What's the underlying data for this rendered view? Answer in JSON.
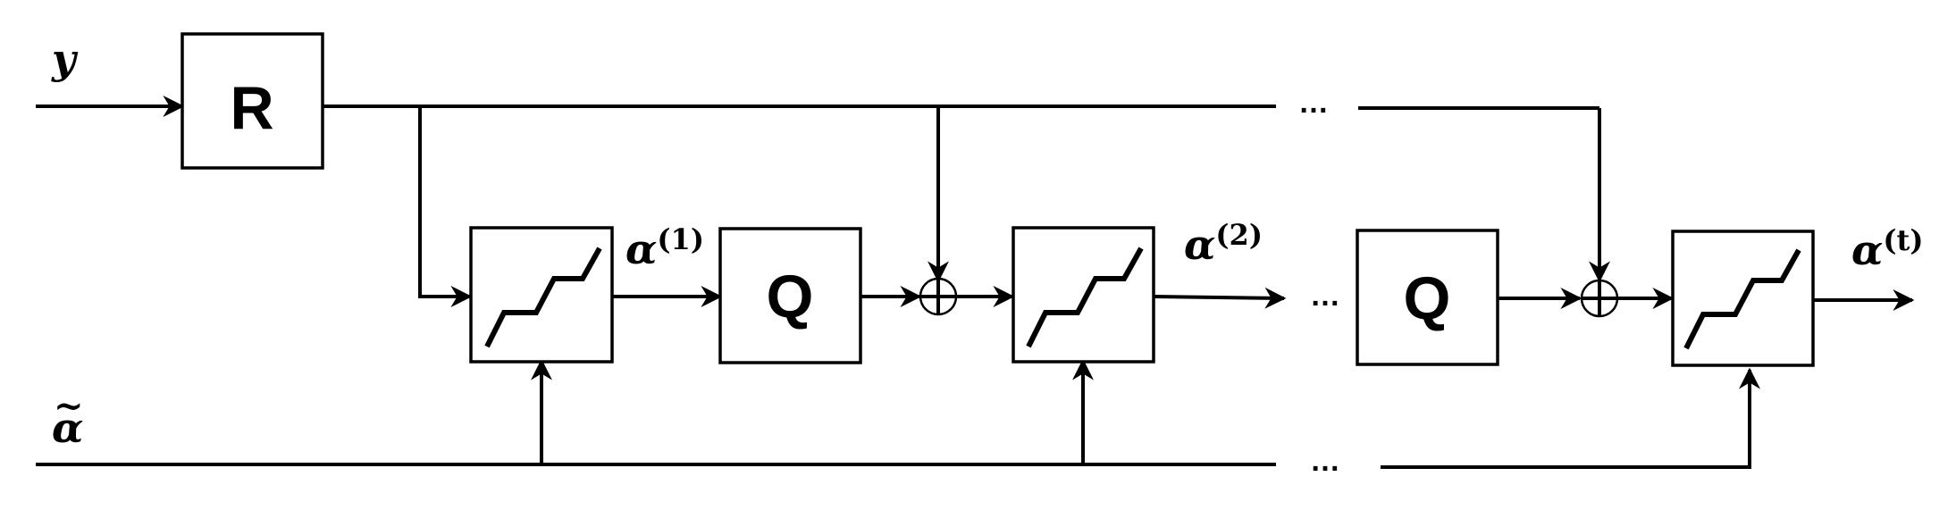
{
  "diagram": {
    "inputs": {
      "y": "y",
      "alpha_tilde": "α",
      "tilde_mark": "~"
    },
    "blocks": {
      "R": "R",
      "Q1": "Q",
      "Q2": "Q"
    },
    "outputs": {
      "alpha1_base": "α",
      "alpha1_sup": "(1)",
      "alpha2_base": "α",
      "alpha2_sup": "(2)",
      "alphat_base": "α",
      "alphat_sup": "(t)"
    },
    "ellipsis": "…",
    "sum_symbol": "⊕"
  }
}
